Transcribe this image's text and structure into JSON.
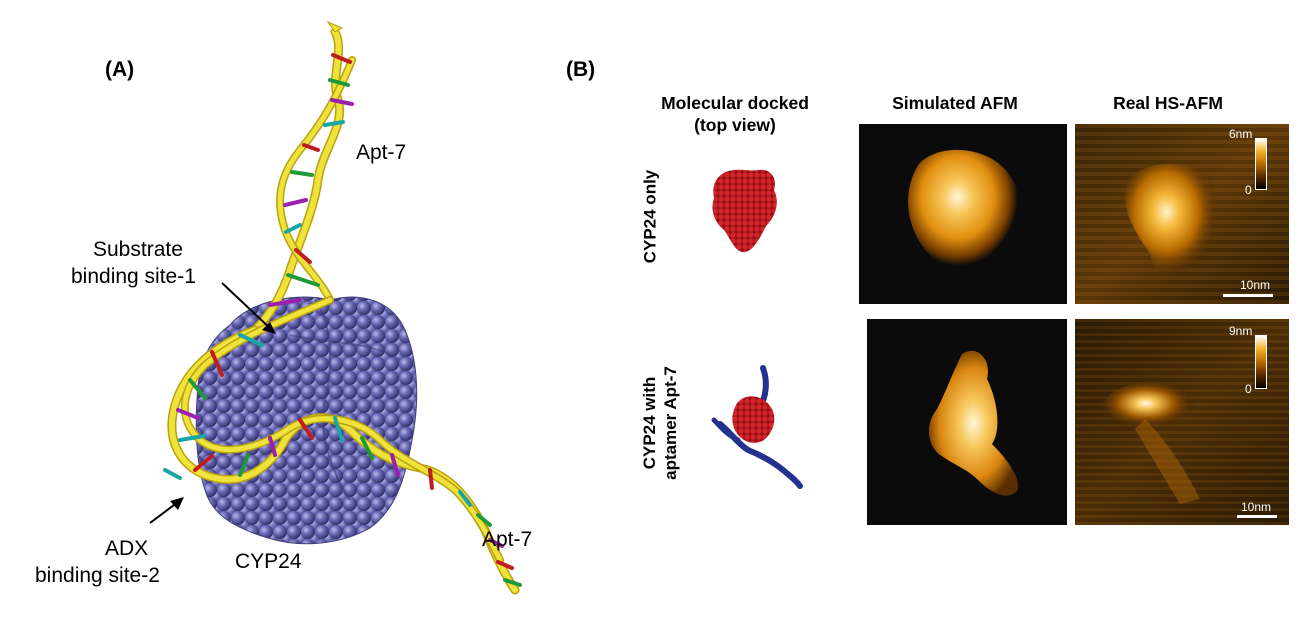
{
  "panel_a": {
    "letter": "(A)",
    "labels": {
      "apt7_top": "Apt-7",
      "substrate_line1": "Substrate",
      "substrate_line2": "binding site-1",
      "adx_line1": "ADX",
      "adx_line2": "binding site-2",
      "cyp24": "CYP24",
      "apt7_bottom": "Apt-7"
    },
    "colors": {
      "protein": "#5f5fa8",
      "ribbon": "#efe23a"
    }
  },
  "panel_b": {
    "letter": "(B)",
    "columns": {
      "docked_line1": "Molecular docked",
      "docked_line2": "(top view)",
      "simulated": "Simulated AFM",
      "real": "Real HS-AFM"
    },
    "rows": {
      "row1": "CYP24 only",
      "row2_line1": "CYP24 with",
      "row2_line2": "aptamer Apt-7"
    },
    "row1_real": {
      "cbar_max": "6nm",
      "cbar_min": "0",
      "scalebar": "10nm"
    },
    "row2_real": {
      "cbar_max": "9nm",
      "cbar_min": "0",
      "scalebar": "10nm"
    },
    "colors": {
      "cyp24": "#c2191f",
      "aptamer": "#23318f"
    }
  }
}
